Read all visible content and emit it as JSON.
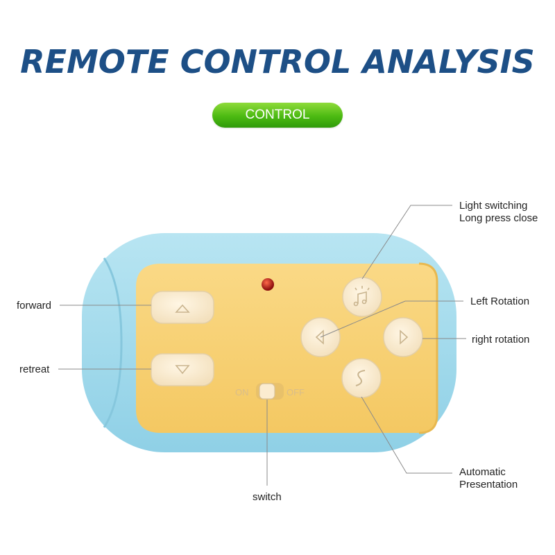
{
  "title": "REMOTE CONTROL ANALYSIS",
  "badge": "CONTROL",
  "switch": {
    "on": "ON",
    "off": "OFF"
  },
  "labels": {
    "forward": "forward",
    "retreat": "retreat",
    "light_line1": "Light switching",
    "light_line2": "Long press close",
    "left_rotation": "Left Rotation",
    "right_rotation": "right rotation",
    "auto_line1": "Automatic",
    "auto_line2": "Presentation",
    "switch": "switch"
  },
  "colors": {
    "title": "#1d4f86",
    "badge": "#4cba12",
    "remote_body": "#a8dcec",
    "remote_face": "#f8d27a",
    "button": "#fbeccf"
  }
}
